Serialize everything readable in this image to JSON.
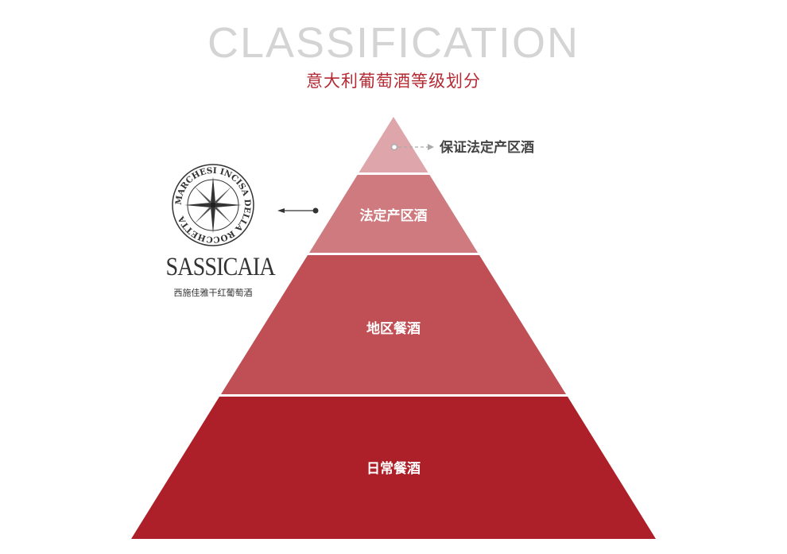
{
  "title": "CLASSIFICATION",
  "subtitle": "意大利葡萄酒等级划分",
  "pyramid": {
    "tiers": [
      {
        "label": "保证法定产区酒",
        "color": "#dea6aa"
      },
      {
        "label": "法定产区酒",
        "color": "#cf7a7e"
      },
      {
        "label": "地区餐酒",
        "color": "#c04f55"
      },
      {
        "label": "日常餐酒",
        "color": "#ad2029"
      }
    ]
  },
  "seal": {
    "text": "MARCHESI INCISA DELLA ROCCHETTA"
  },
  "brand": {
    "name": "SASSICAIA",
    "cn_name": "西施佳雅干红葡萄酒"
  }
}
